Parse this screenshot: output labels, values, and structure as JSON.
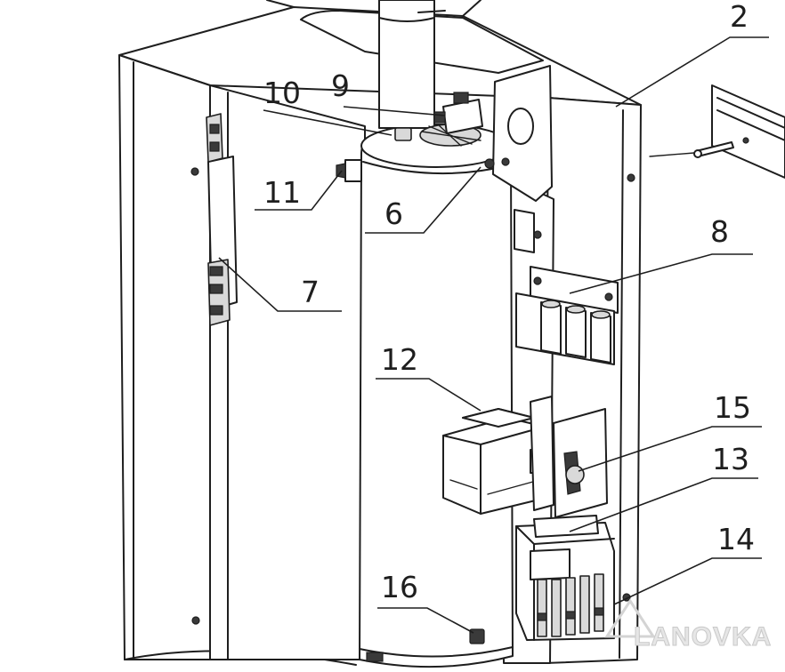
{
  "diagram": {
    "callouts": [
      {
        "id": "2",
        "label": "2"
      },
      {
        "id": "9",
        "label": "9"
      },
      {
        "id": "10",
        "label": "10"
      },
      {
        "id": "11",
        "label": "11"
      },
      {
        "id": "6",
        "label": "6"
      },
      {
        "id": "8",
        "label": "8"
      },
      {
        "id": "7",
        "label": "7"
      },
      {
        "id": "12",
        "label": "12"
      },
      {
        "id": "15",
        "label": "15"
      },
      {
        "id": "13",
        "label": "13"
      },
      {
        "id": "14",
        "label": "14"
      },
      {
        "id": "16",
        "label": "16"
      }
    ],
    "watermark": "LANOVKA"
  }
}
